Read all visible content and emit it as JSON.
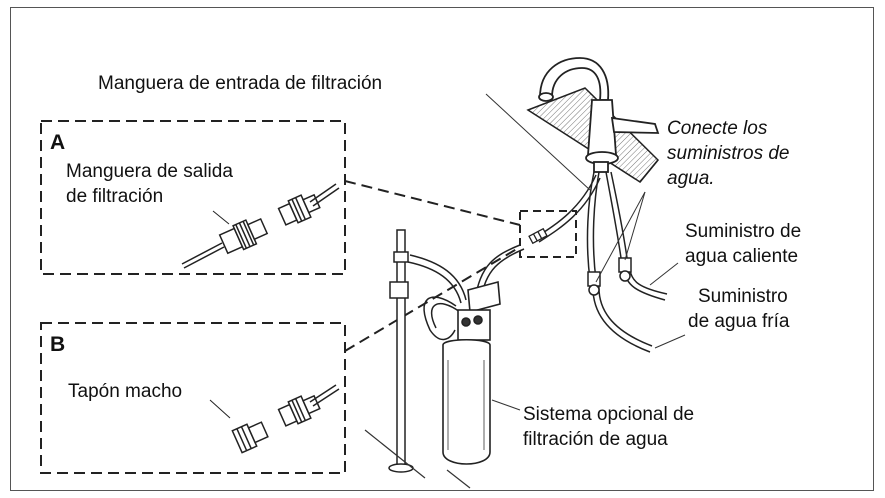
{
  "labels": {
    "inlet_hose": "Manguera de entrada de filtración",
    "connect_line1": "Conecte los",
    "connect_line2": "suministros de",
    "connect_line3": "agua.",
    "hot_line1": "Suministro de",
    "hot_line2": "agua caliente",
    "cold_line1": "Suministro",
    "cold_line2": "de agua fría",
    "system_line1": "Sistema opcional de",
    "system_line2": "filtración de agua"
  },
  "panel_a": {
    "letter": "A",
    "line1": "Manguera de salida",
    "line2": "de filtración"
  },
  "panel_b": {
    "letter": "B",
    "line1": "Tapón macho"
  }
}
